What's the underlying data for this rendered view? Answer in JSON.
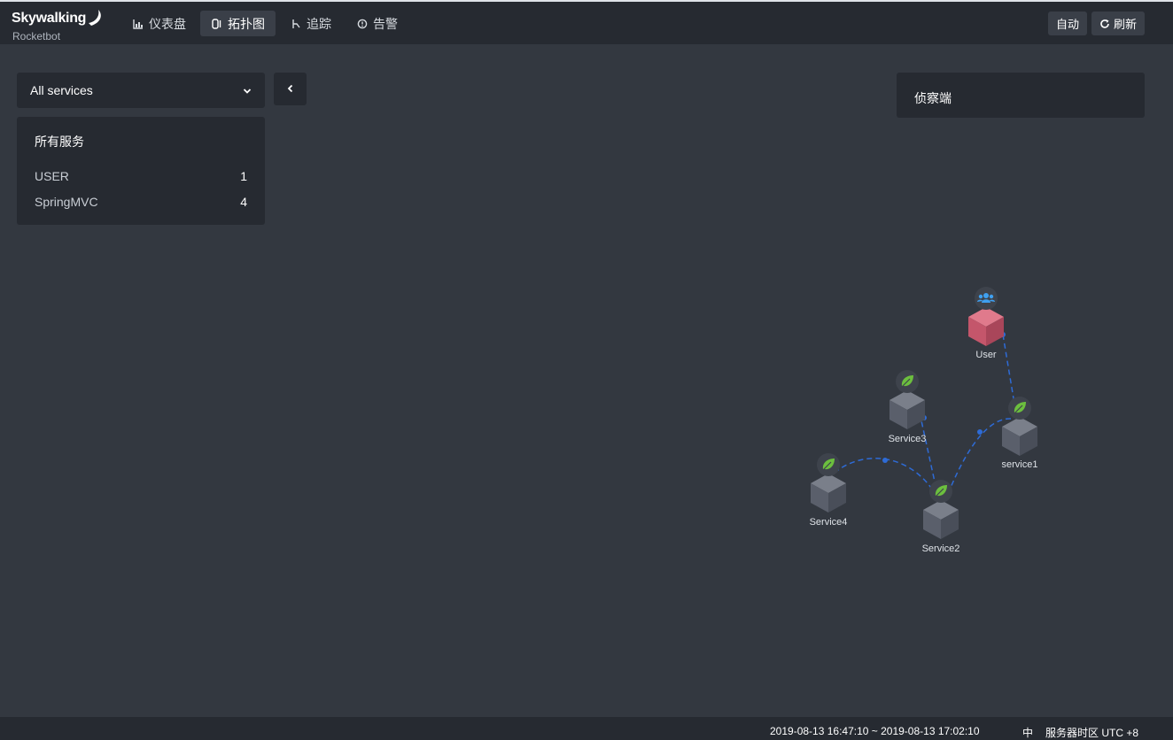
{
  "header": {
    "logo_brand": "Skywalking",
    "logo_sub": "Rocketbot",
    "nav": [
      {
        "label": "仪表盘",
        "icon": "bar-chart-icon"
      },
      {
        "label": "拓扑图",
        "icon": "topology-icon",
        "active": true
      },
      {
        "label": "追踪",
        "icon": "trace-icon"
      },
      {
        "label": "告警",
        "icon": "alarm-icon"
      }
    ],
    "auto_label": "自动",
    "refresh_label": "刷新"
  },
  "left_panel": {
    "select_value": "All services",
    "card_title": "所有服务",
    "services": [
      {
        "name": "USER",
        "count": "1"
      },
      {
        "name": "SpringMVC",
        "count": "4"
      }
    ]
  },
  "right_panel": {
    "title": "侦察端"
  },
  "topology": {
    "nodes": [
      {
        "label": "User",
        "type": "user"
      },
      {
        "label": "Service3",
        "type": "spring"
      },
      {
        "label": "service1",
        "type": "spring"
      },
      {
        "label": "Service4",
        "type": "spring"
      },
      {
        "label": "Service2",
        "type": "spring"
      }
    ],
    "colors": {
      "user_cube": "#c8586b",
      "service_cube": "#5f6470",
      "link": "#2e6bd6",
      "spring_leaf": "#6cbf3e",
      "user_badge": "#3fa0f0"
    }
  },
  "footer": {
    "time_range": "2019-08-13 16:47:10 ~ 2019-08-13 17:02:10",
    "lang": "中",
    "timezone": "服务器时区 UTC +8"
  }
}
